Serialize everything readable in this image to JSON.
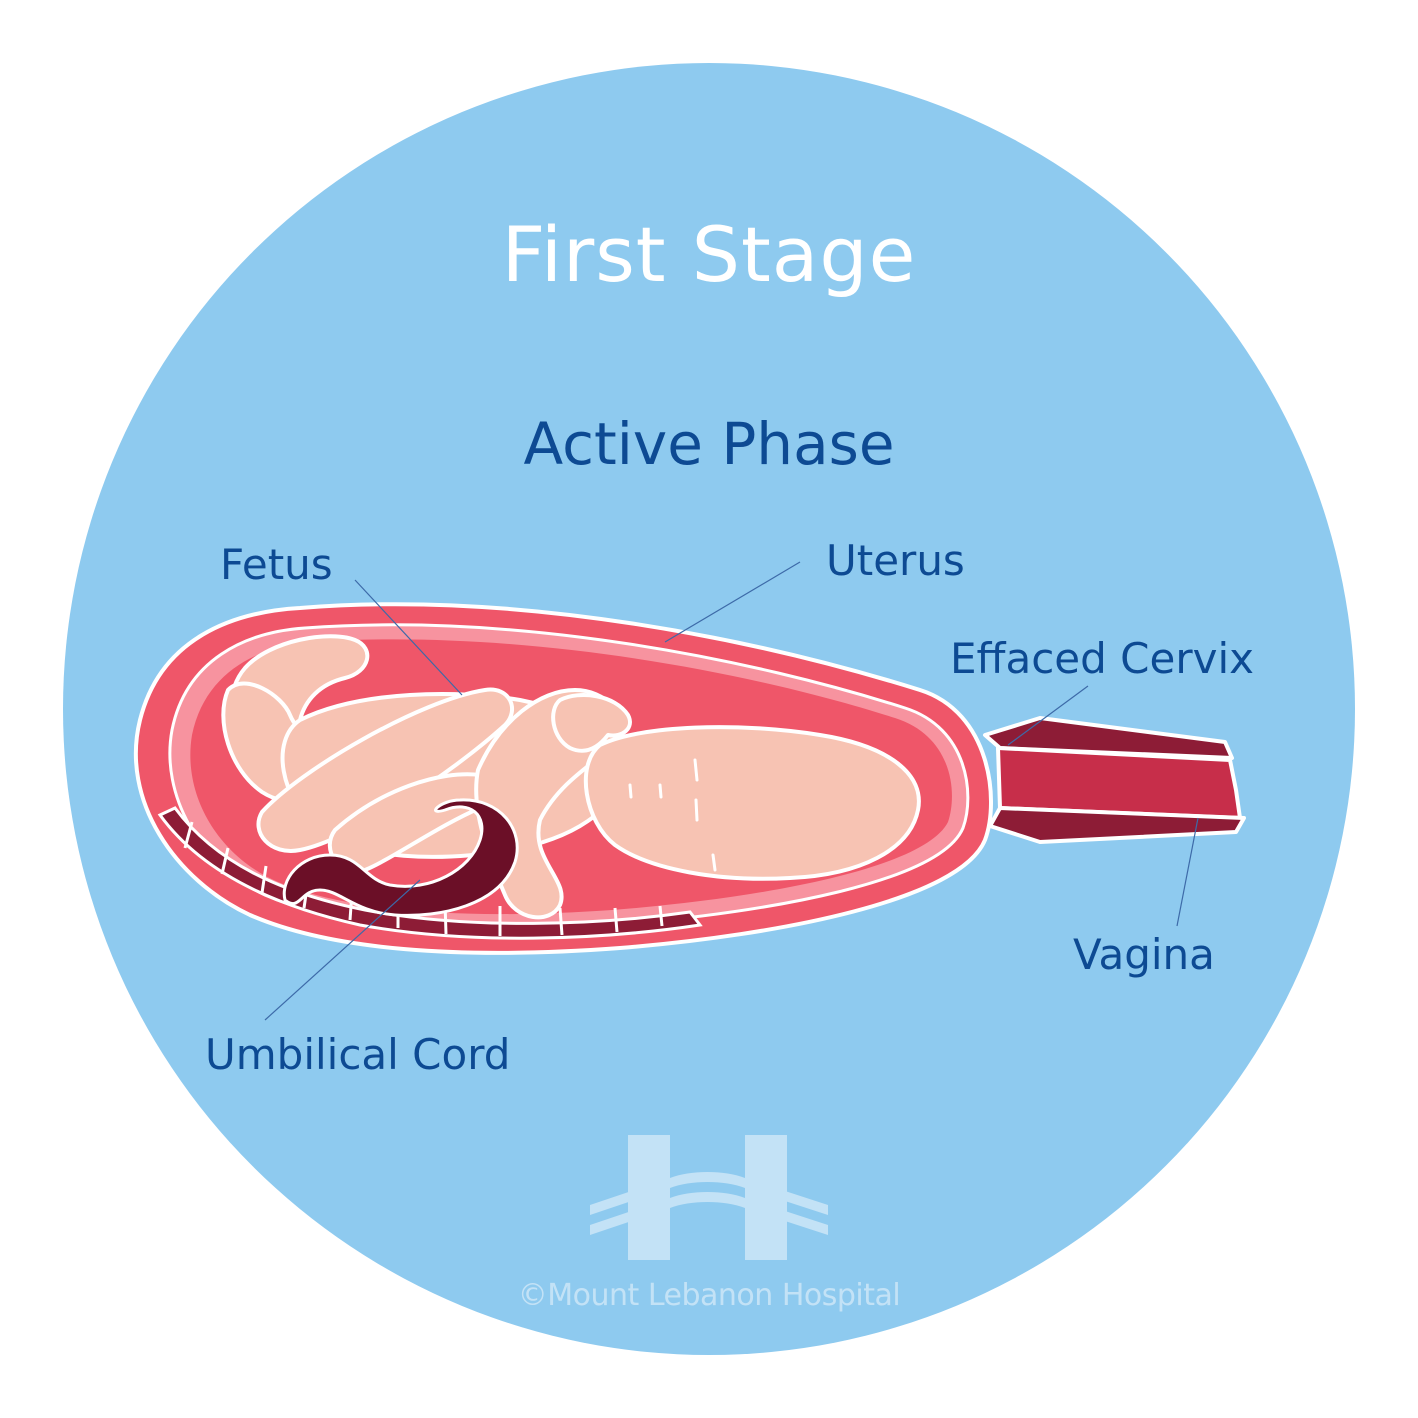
{
  "colors": {
    "background_circle": "#8ecaef",
    "label_text": "#0d4a93",
    "uterus_wall": "#ef5669",
    "uterus_lining": "#f7939f",
    "fetus_skin": "#f7c3b3",
    "umbilical_cord": "#6b0f27",
    "cervix_vagina": "#c72e4a",
    "placenta_dark": "#8d1c36",
    "logo": "#c3e2f6"
  },
  "title": "First Stage",
  "subtitle": "Active Phase",
  "labels": {
    "fetus": "Fetus",
    "uterus": "Uterus",
    "effaced_cervix": "Effaced Cervix",
    "vagina": "Vagina",
    "umbilical_cord": "Umbilical Cord"
  },
  "credit": "©Mount Lebanon Hospital"
}
